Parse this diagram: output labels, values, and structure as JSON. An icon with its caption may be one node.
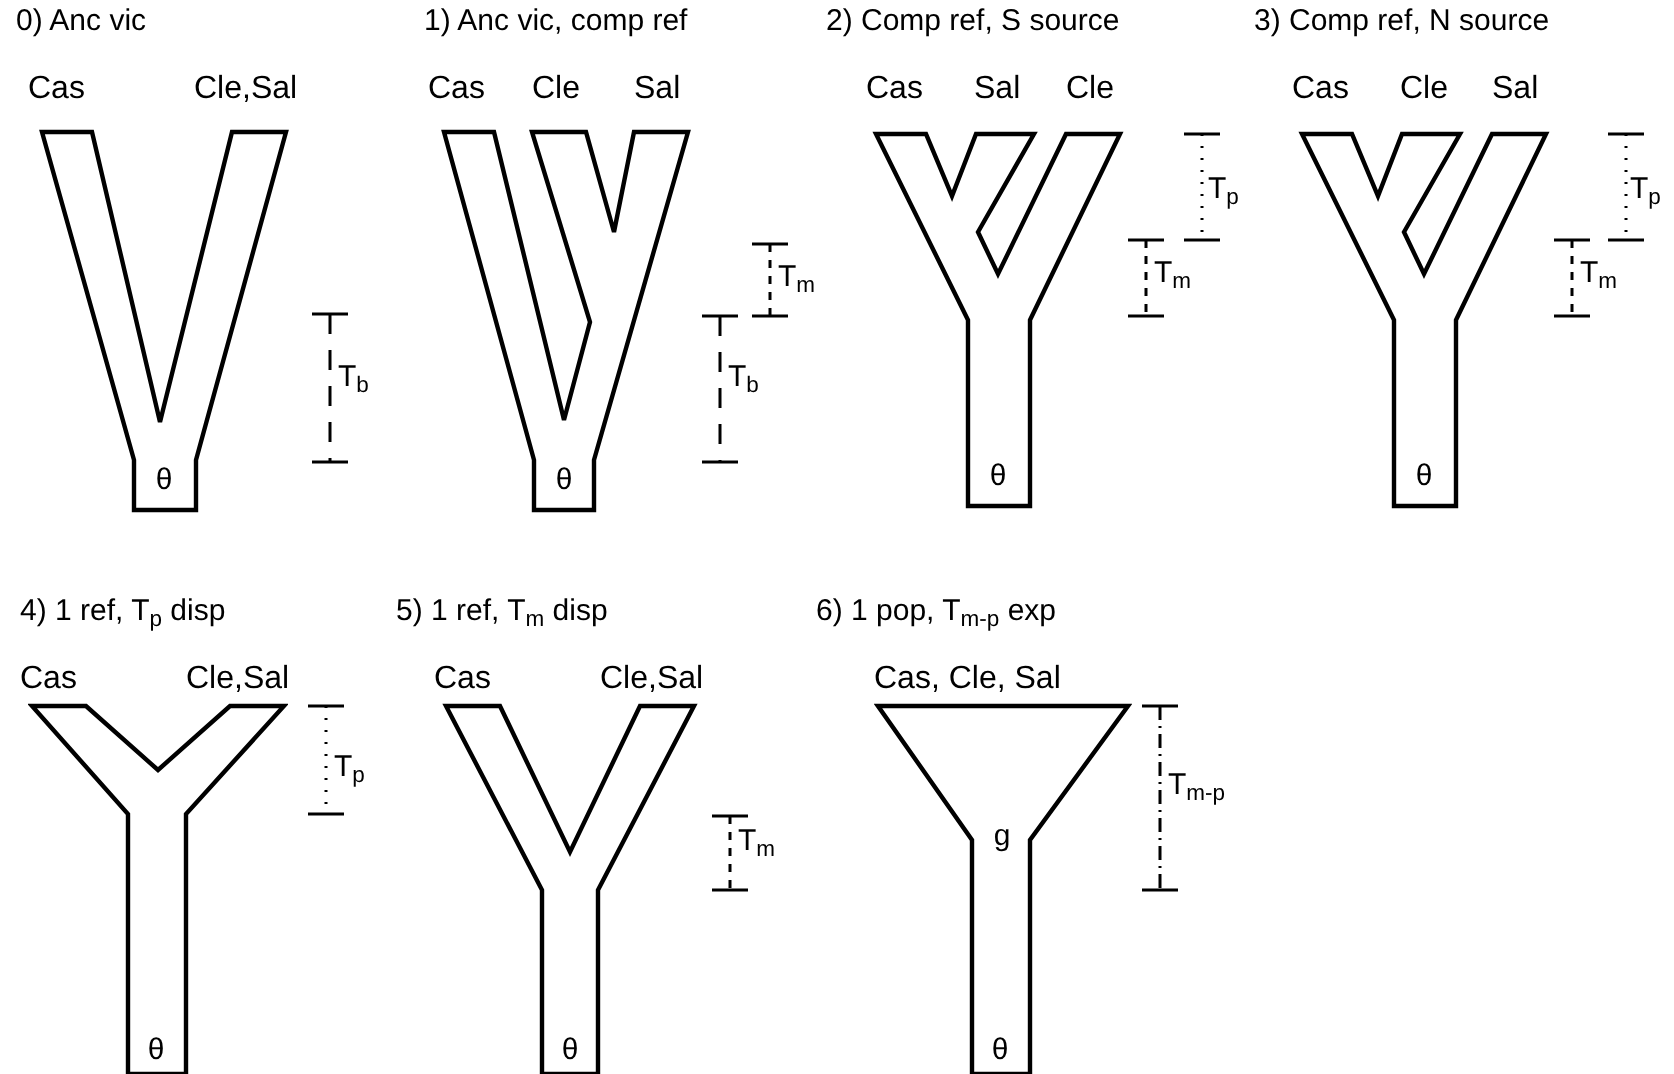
{
  "diagram": {
    "nodes": [
      {
        "text": [
          "θ"
        ]
      },
      {
        "text": [
          "θ"
        ]
      },
      {
        "text": [
          "θ"
        ]
      },
      {
        "text": [
          "θ"
        ]
      },
      {
        "text": [
          "θ"
        ]
      },
      {
        "text": [
          "θ"
        ]
      },
      {
        "text": [
          "g",
          "θ"
        ]
      }
    ],
    "labels": [
      "0) Anc vic",
      "Cas",
      "Cle,Sal",
      "T$_{b}$",
      "1) Anc vic, comp ref",
      "Cas",
      "Cle",
      "Sal",
      "T$_{m}$",
      "T$_{b}$",
      "2) Comp ref, S source",
      "Cas",
      "Sal",
      "Cle",
      "T$_{p}$",
      "T$_{m}$",
      "3) Comp ref, N source",
      "Cas",
      "Cle",
      "Sal",
      "T$_{p}$",
      "T$_{m}$",
      "4) 1 ref, T$_{p}$ disp",
      "Cas",
      "Cle,Sal",
      "T$_{p}$",
      "5) 1 ref, T$_{m}$ disp",
      "Cas",
      "Cle,Sal",
      "T$_{m}$",
      "6) 1 pop, T$_{m-p}$ exp",
      "Cas, Cle, Sal",
      "T$_{m-p}$"
    ]
  }
}
